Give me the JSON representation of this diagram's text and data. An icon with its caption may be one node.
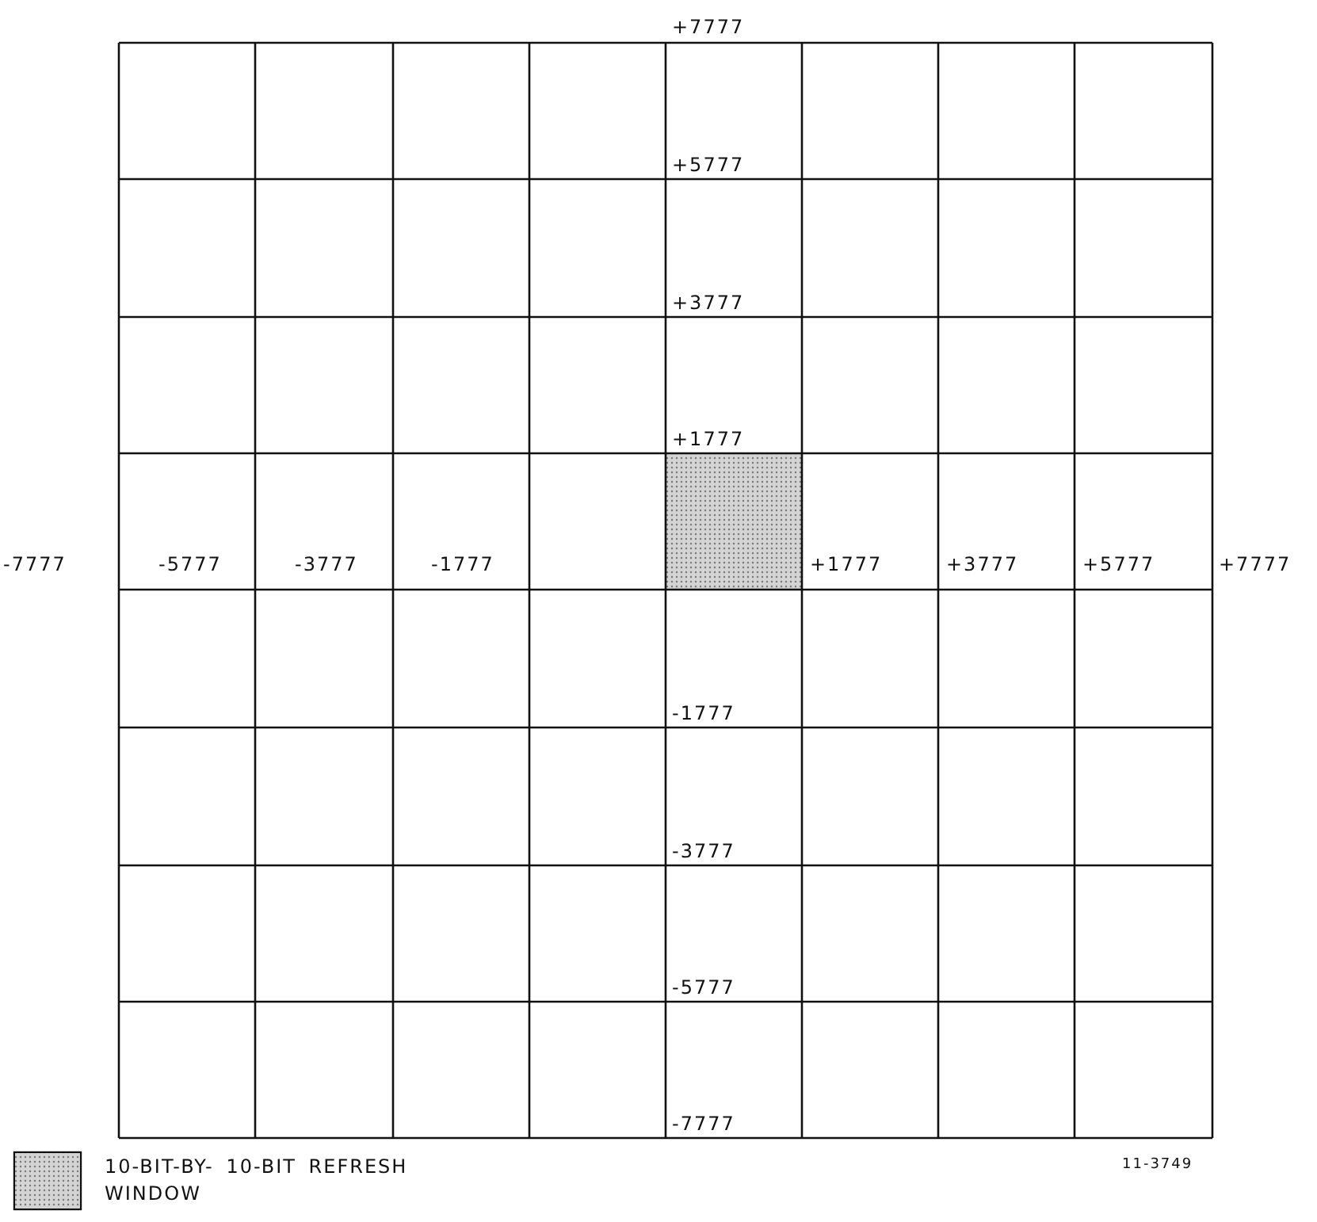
{
  "diagram": {
    "labels": [
      "+7777",
      "+5777",
      "+3777",
      "+1777",
      "-7777",
      "-5777",
      "-3777",
      "-1777",
      "+1777",
      "+3777",
      "+5777",
      "+7777",
      "-1777",
      "-3777",
      "-5777",
      "-7777",
      "11-3749"
    ],
    "legend": [
      {
        "text": "10-BIT-BY- 10-BIT REFRESH WINDOW",
        "color": "#d4d4d4"
      }
    ]
  }
}
